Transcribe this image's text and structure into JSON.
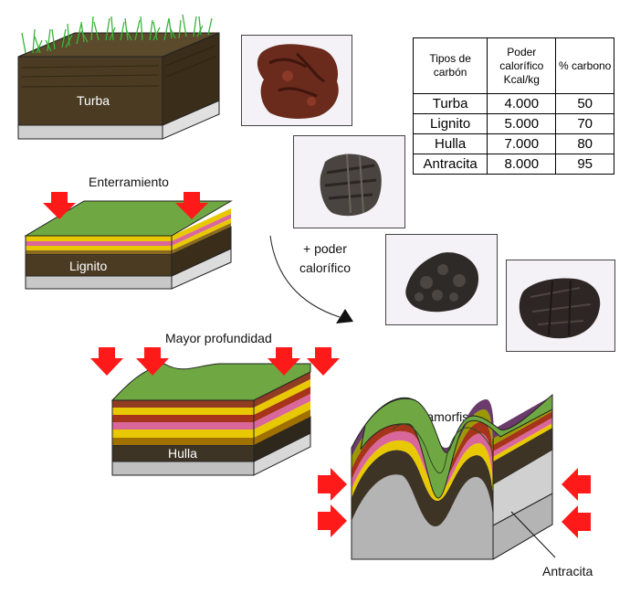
{
  "table": {
    "headers": [
      "Tipos de carbón",
      "Poder calorífico Kcal/kg",
      "% carbono"
    ],
    "rows": [
      [
        "Turba",
        "4.000",
        "50"
      ],
      [
        "Lignito",
        "5.000",
        "70"
      ],
      [
        "Hulla",
        "7.000",
        "80"
      ],
      [
        "Antracita",
        "8.000",
        "95"
      ]
    ]
  },
  "labels": {
    "turba": "Turba",
    "enterramiento": "Enterramiento",
    "lignito": "Lignito",
    "poder_line1": "+ poder",
    "poder_line2": "calorífico",
    "mayor_profundidad": "Mayor profundidad",
    "hulla": "Hulla",
    "metamorfismo": "Metamorfismo",
    "antracita": "Antracita"
  },
  "colors": {
    "arrow_red": "#ff1a1a",
    "grass_green": "#6fa843",
    "layer_yellow": "#e8c800",
    "layer_pink": "#d9679b",
    "layer_brown": "#a5341a",
    "layer_olive": "#9a9a00",
    "layer_purple": "#6a3b6b",
    "coal_dark": "#3d3426",
    "peat_brown": "#4a3b22",
    "base_gray": "#c8c8c8"
  }
}
